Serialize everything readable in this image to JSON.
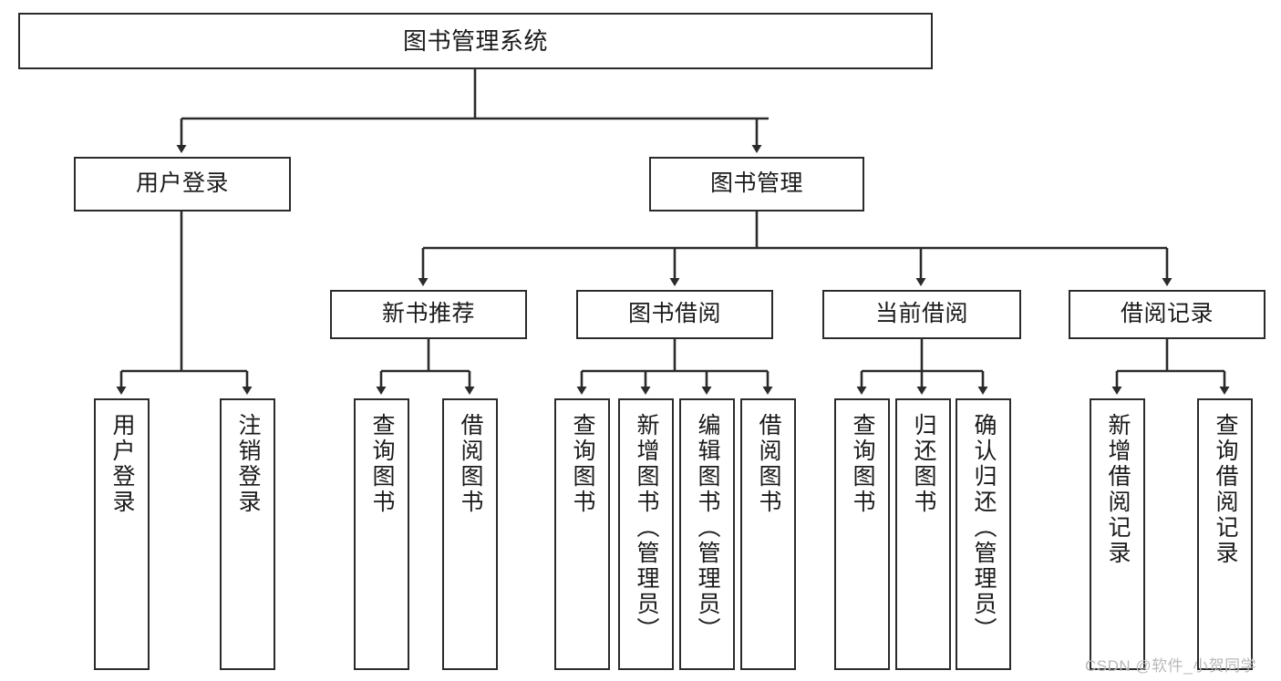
{
  "diagram": {
    "title": "图书管理系统",
    "type": "hierarchy-tree",
    "colors": {
      "box_border": "#2b2b2b",
      "box_fill": "#ffffff",
      "connector": "#2b2b2b",
      "text": "#1a1a1a",
      "watermark": "#b9b9b9",
      "background": "#ffffff"
    },
    "levels": {
      "root": {
        "label": "图书管理系统"
      },
      "level2": [
        {
          "label": "用户登录"
        },
        {
          "label": "图书管理"
        }
      ],
      "level3": [
        {
          "label": "新书推荐"
        },
        {
          "label": "图书借阅"
        },
        {
          "label": "当前借阅"
        },
        {
          "label": "借阅记录"
        }
      ],
      "leaves": {
        "user_login": [
          {
            "label": "用户登录"
          },
          {
            "label": "注销登录"
          }
        ],
        "new_book_recommend": [
          {
            "label": "查询图书"
          },
          {
            "label": "借阅图书"
          }
        ],
        "book_borrow": [
          {
            "label": "查询图书"
          },
          {
            "label": "新增图书（管理员）"
          },
          {
            "label": "编辑图书（管理员）"
          },
          {
            "label": "借阅图书"
          }
        ],
        "current_borrow": [
          {
            "label": "查询图书"
          },
          {
            "label": "归还图书"
          },
          {
            "label": "确认归还（管理员）"
          }
        ],
        "borrow_record": [
          {
            "label": "新增借阅记录"
          },
          {
            "label": "查询借阅记录"
          }
        ]
      }
    }
  },
  "watermark": {
    "text": "CSDN @软件_小贺同学"
  }
}
